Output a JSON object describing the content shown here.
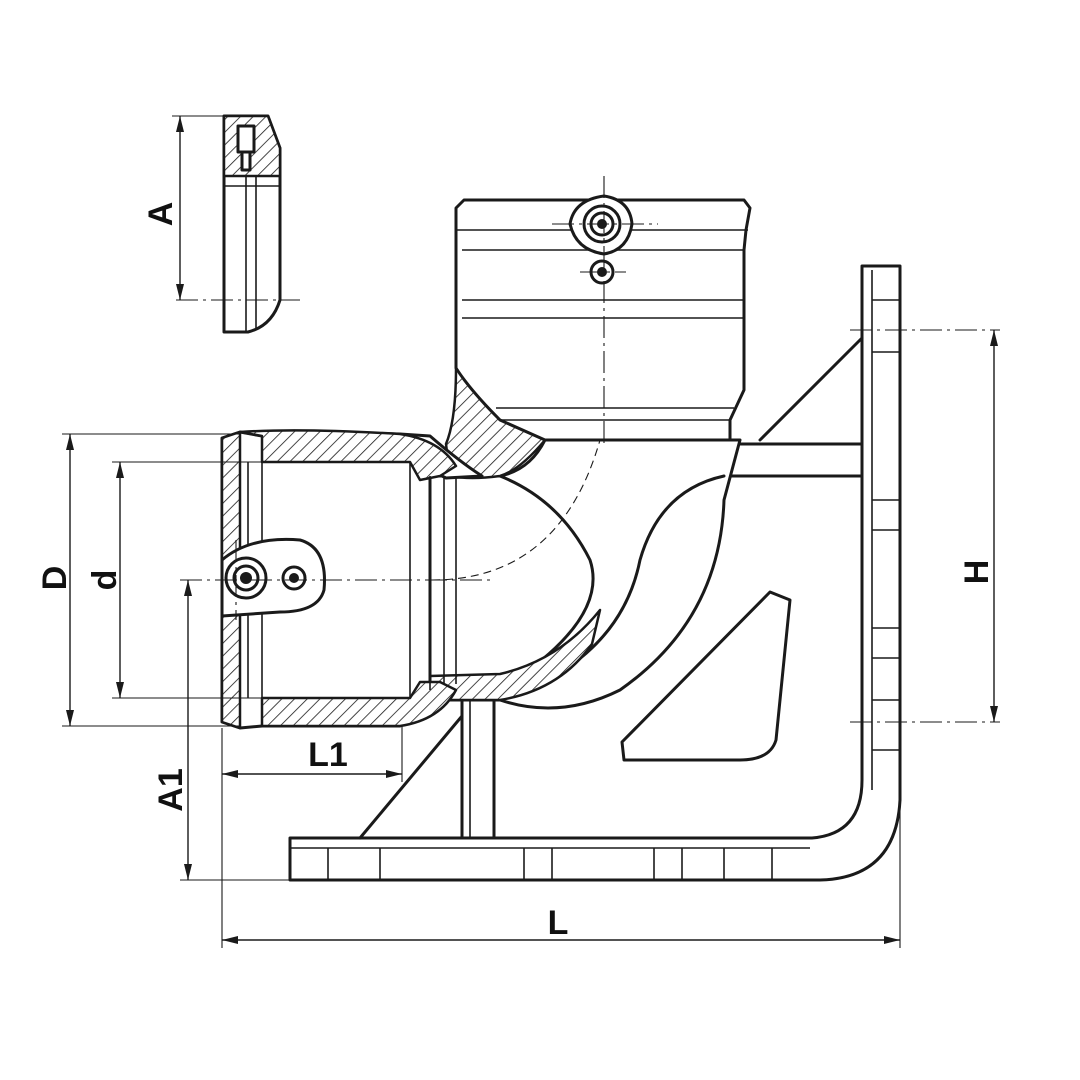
{
  "labels": {
    "A": "A",
    "D": "D",
    "d": "d",
    "L1": "L1",
    "A1": "A1",
    "H": "H",
    "L": "L"
  }
}
